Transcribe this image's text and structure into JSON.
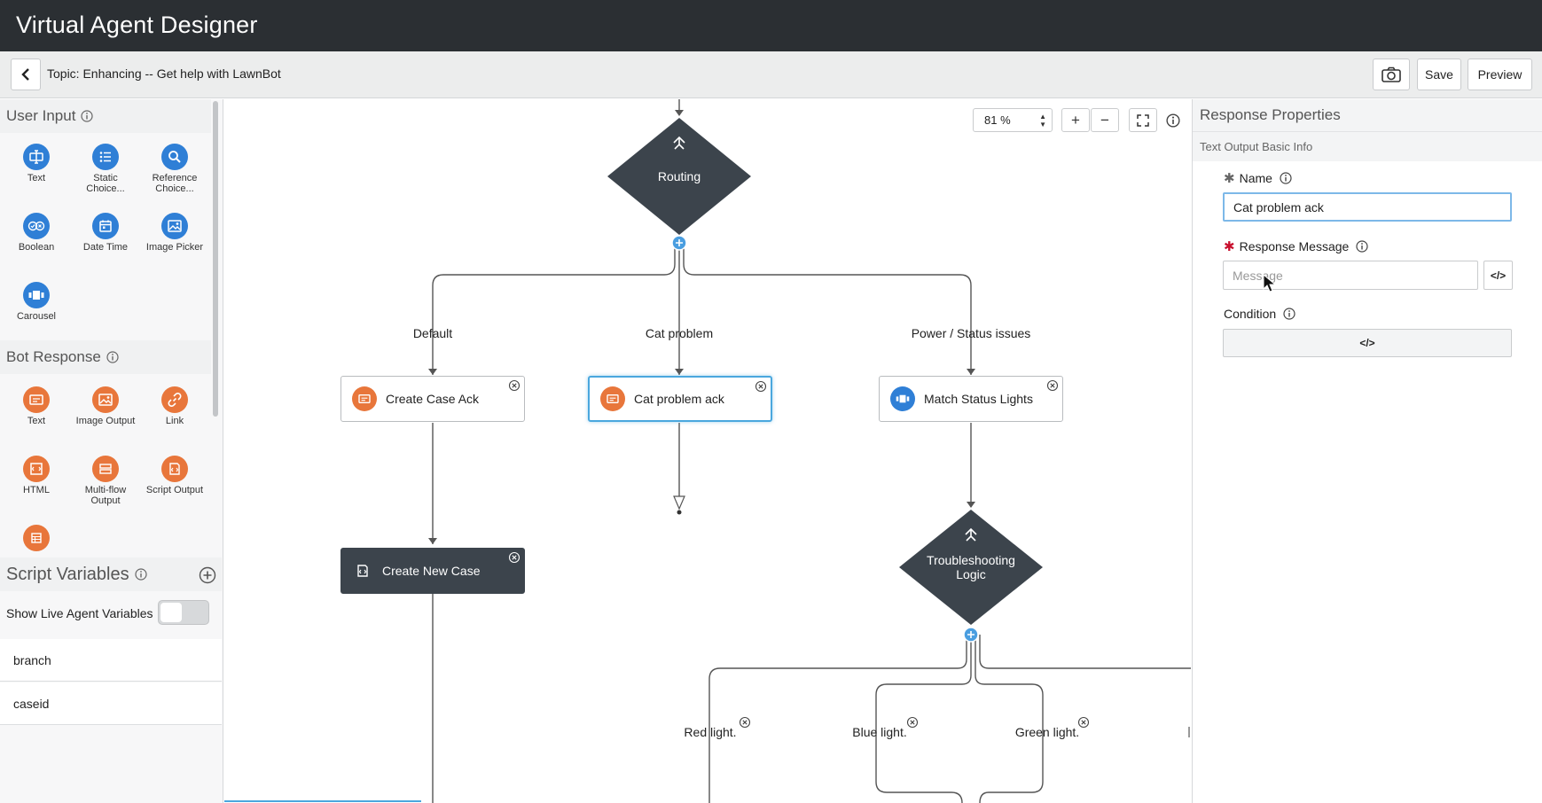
{
  "header": {
    "title": "Virtual Agent Designer"
  },
  "toolbar": {
    "topic_title": "Topic: Enhancing -- Get help with LawnBot",
    "save_label": "Save",
    "preview_label": "Preview"
  },
  "left_panel": {
    "user_input": {
      "title": "User Input",
      "items": [
        {
          "label": "Text",
          "icon": "text-input-icon"
        },
        {
          "label": "Static Choice...",
          "icon": "list-icon"
        },
        {
          "label": "Reference Choice...",
          "icon": "search-icon"
        },
        {
          "label": "Boolean",
          "icon": "boolean-icon"
        },
        {
          "label": "Date Time",
          "icon": "calendar-icon"
        },
        {
          "label": "Image Picker",
          "icon": "image-icon"
        },
        {
          "label": "Carousel",
          "icon": "carousel-icon"
        }
      ]
    },
    "bot_response": {
      "title": "Bot Response",
      "items": [
        {
          "label": "Text",
          "icon": "message-icon"
        },
        {
          "label": "Image Output",
          "icon": "image-icon"
        },
        {
          "label": "Link",
          "icon": "link-icon"
        },
        {
          "label": "HTML",
          "icon": "html-icon"
        },
        {
          "label": "Multi-flow Output",
          "icon": "multiflow-icon"
        },
        {
          "label": "Script Output",
          "icon": "script-icon"
        }
      ]
    },
    "script_variables": {
      "title": "Script Variables",
      "show_live_label": "Show Live Agent Variables",
      "variables": [
        "branch",
        "caseid"
      ]
    }
  },
  "canvas": {
    "zoom": "81 %",
    "routing_label": "Routing",
    "troubleshooting_label_1": "Troubleshooting",
    "troubleshooting_label_2": "Logic",
    "branches": {
      "default": "Default",
      "cat_problem": "Cat problem",
      "power_status": "Power / Status issues",
      "red": "Red light.",
      "blue": "Blue light.",
      "green": "Green light."
    },
    "nodes": {
      "create_case_ack": "Create Case Ack",
      "cat_problem_ack": "Cat problem ack",
      "match_status_lights": "Match Status Lights",
      "create_new_case": "Create New Case"
    }
  },
  "right_panel": {
    "title": "Response Properties",
    "subtitle": "Text Output Basic Info",
    "name_label": "Name",
    "name_value": "Cat problem ack",
    "response_message_label": "Response Message",
    "message_placeholder": "Message",
    "condition_label": "Condition",
    "code_glyph": "</>"
  },
  "colors": {
    "header_bg": "#2b2f33",
    "node_dark": "#3c444c",
    "accent_blue": "#2f7fd6",
    "accent_orange": "#e8763b",
    "selected_border": "#4aa7de"
  }
}
